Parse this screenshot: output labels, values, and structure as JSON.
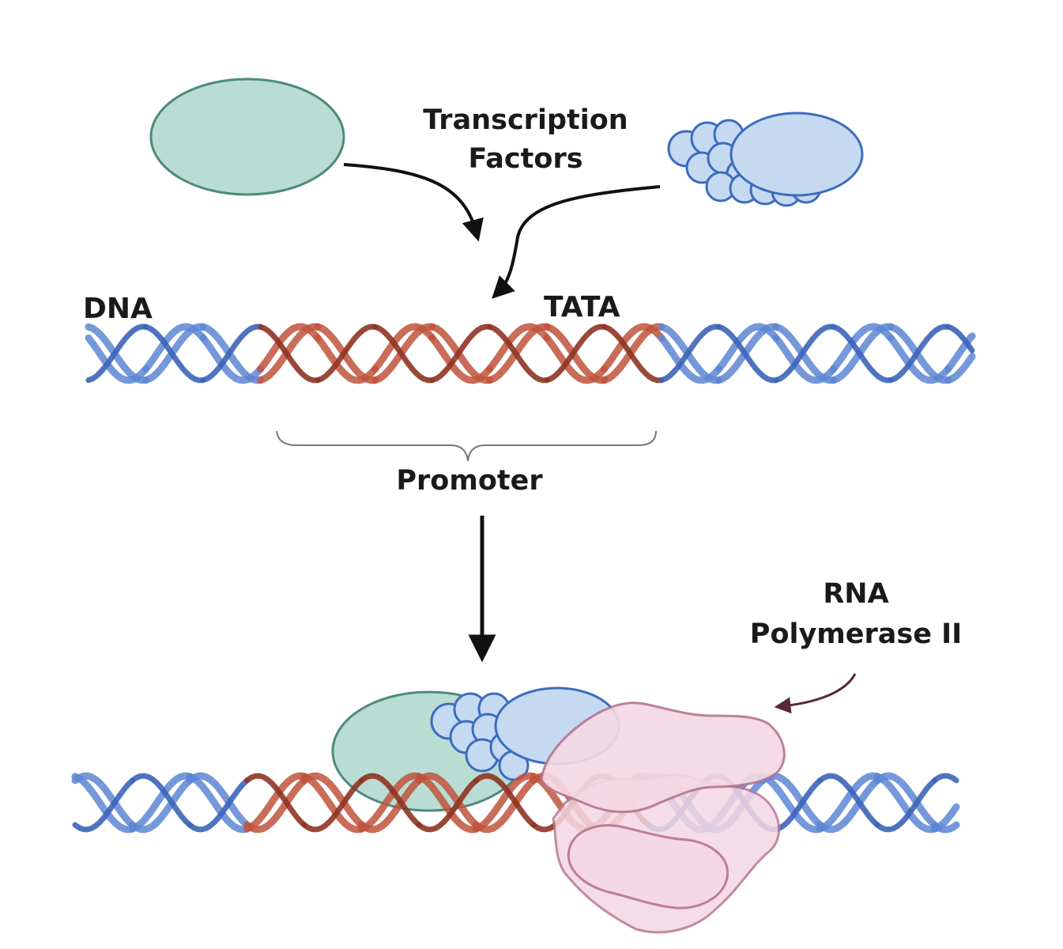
{
  "labels": {
    "transcription_factors_line1": "Transcription",
    "transcription_factors_line2": "Factors",
    "dna": "DNA",
    "tata": "TATA",
    "promoter": "Promoter",
    "rna_pol_line1": "RNA",
    "rna_pol_line2": "Polymerase II"
  },
  "colors": {
    "dna_strand": "#5d86d3",
    "dna_strand_dark": "#3d64b8",
    "promoter_strand": "#c0543c",
    "promoter_strand_dark": "#8e3424",
    "tf_green_fill": "#b9dcd3",
    "tf_green_stroke": "#4e8a7c",
    "tf_blue_fill": "#c5daf0",
    "tf_blue_stroke": "#3c6cc0",
    "polymerase_fill": "#f4d8e3",
    "polymerase_stroke": "#b77792",
    "arrow": "#111111",
    "pol_arrow": "#5a2a36"
  }
}
